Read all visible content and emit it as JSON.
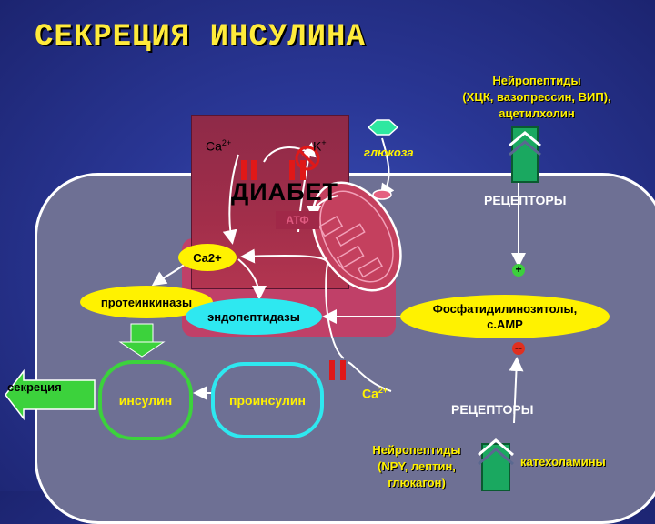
{
  "title": "СЕКРЕЦИЯ ИНСУЛИНА",
  "neuropeptides_top": {
    "line1": "Нейропептиды",
    "line2": "(ХЦК, вазопрессин, ВИП),",
    "line3": "ацетилхолин"
  },
  "receptors_top": "РЕЦЕПТОРЫ",
  "glucose": "глюкоза",
  "ca2_top": "Ca",
  "ca2_top_sup": "2+",
  "k_plus": "K",
  "k_plus_sup": "+",
  "diabet": "ДИАБЕТ",
  "atf": "АТФ",
  "ca2_plus_ellipse": "Ca2+",
  "proteinkinases": "протеинкиназы",
  "endopeptidases": "эндопептидазы",
  "phospho": {
    "line1": "Фосфатидилинозитолы,",
    "line2": "с.АМР"
  },
  "plus_sign": "+",
  "minus_sign": "--",
  "secretion": "секреция",
  "insulin": "инсулин",
  "proinsulin": "проинсулин",
  "ca2_bottom": "Ca",
  "ca2_bottom_sup": "2+",
  "receptors_bottom": "РЕЦЕПТОРЫ",
  "neuropeptides_bottom": {
    "line1": "Нейропептиды",
    "line2": "(NPY, лептин,",
    "line3": "глюкагон)"
  },
  "catecholamines": "катехоламины",
  "colors": {
    "background": "#2a3796",
    "title": "#ffeb3b",
    "cell": "#6e7094",
    "red_region": "#a22e4a",
    "yellow": "#fff200",
    "cyan": "#2ee8f0",
    "green": "#3cd23c"
  }
}
